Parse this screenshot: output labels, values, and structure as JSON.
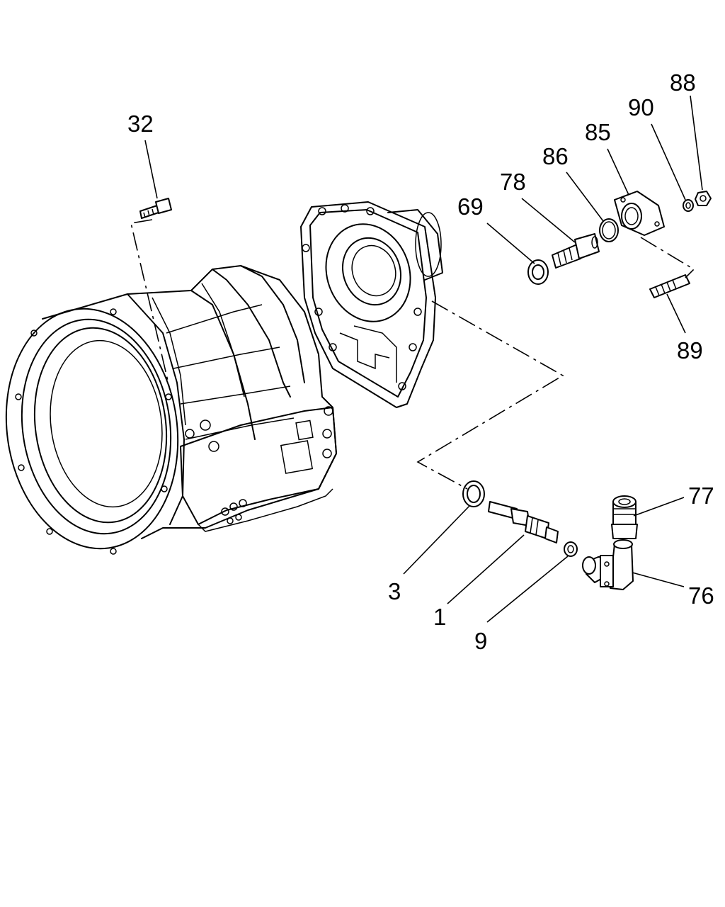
{
  "diagram": {
    "callouts": {
      "c32": "32",
      "c88": "88",
      "c90": "90",
      "c85": "85",
      "c86": "86",
      "c78": "78",
      "c69": "69",
      "c89": "89",
      "c77": "77",
      "c76": "76",
      "c3": "3",
      "c1": "1",
      "c9": "9"
    }
  }
}
